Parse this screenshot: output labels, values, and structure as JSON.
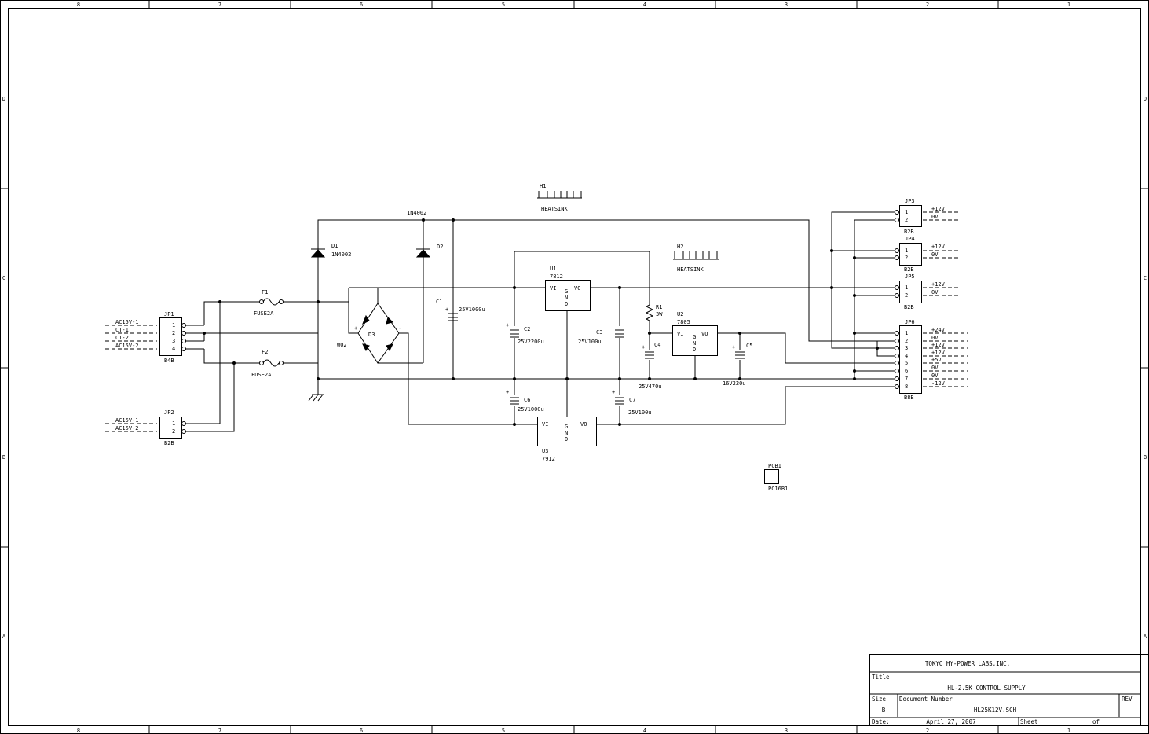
{
  "zones": {
    "columns": [
      "8",
      "7",
      "6",
      "5",
      "4",
      "3",
      "2",
      "1"
    ],
    "rows": [
      "D",
      "C",
      "B",
      "A"
    ]
  },
  "title_block": {
    "company": "TOKYO HY-POWER LABS,INC.",
    "title_label": "Title",
    "title": "HL-2.5K CONTROL SUPPLY",
    "size_label": "Size",
    "size": "B",
    "docnum_label": "Document Number",
    "docnum": "HL25K12V.SCH",
    "rev_label": "REV",
    "date_label": "Date:",
    "date": "April 27, 2007",
    "sheet_label": "Sheet",
    "of_label": "of"
  },
  "components": {
    "h1": {
      "ref": "H1",
      "value": "HEATSINK"
    },
    "h2": {
      "ref": "H2",
      "value": "HEATSINK"
    },
    "d1": {
      "ref": "D1",
      "value": "1N4002"
    },
    "d2": {
      "ref": "D2",
      "value": "1N4002"
    },
    "f1": {
      "ref": "F1",
      "value": "FUSE2A"
    },
    "f2": {
      "ref": "F2",
      "value": "FUSE2A"
    },
    "d3": {
      "ref": "D3",
      "value": "WO2"
    },
    "c1": {
      "ref": "C1",
      "value": "25V1000u"
    },
    "c2": {
      "ref": "C2",
      "value": "25V2200u"
    },
    "c3": {
      "ref": "C3",
      "value": "25V100u"
    },
    "c4": {
      "ref": "C4",
      "value": "25V470u"
    },
    "c5": {
      "ref": "C5",
      "value": "16V220u"
    },
    "c6": {
      "ref": "C6",
      "value": "25V1000u"
    },
    "c7": {
      "ref": "C7",
      "value": "25V100u"
    },
    "r1": {
      "ref": "R1",
      "value": "3W"
    },
    "u1": {
      "ref": "U1",
      "value": "7812",
      "vi": "VI",
      "vo": "VO",
      "gnd": [
        "G",
        "N",
        "D"
      ]
    },
    "u2": {
      "ref": "U2",
      "value": "7805",
      "vi": "VI",
      "vo": "VO",
      "gnd": [
        "G",
        "N",
        "D"
      ]
    },
    "u3": {
      "ref": "U3",
      "value": "7912",
      "vi": "VI",
      "vo": "VO",
      "gnd": [
        "G",
        "N",
        "D"
      ]
    },
    "pcb1": {
      "ref": "PCB1",
      "value": "PC16B1"
    },
    "jp1": {
      "ref": "JP1",
      "value": "B4B",
      "pins": [
        "1",
        "2",
        "3",
        "4"
      ],
      "nets": [
        "AC15V-1",
        "CT-1",
        "CT-2",
        "AC15V-2"
      ]
    },
    "jp2": {
      "ref": "JP2",
      "value": "B2B",
      "pins": [
        "1",
        "2"
      ],
      "nets": [
        "AC15V-1",
        "AC15V-2"
      ]
    },
    "jp3": {
      "ref": "JP3",
      "value": "B2B",
      "pins": [
        "1",
        "2"
      ],
      "nets": [
        "+12V",
        "0V"
      ]
    },
    "jp4": {
      "ref": "JP4",
      "value": "B2B",
      "pins": [
        "1",
        "2"
      ],
      "nets": [
        "+12V",
        "0V"
      ]
    },
    "jp5": {
      "ref": "JP5",
      "value": "B2B",
      "pins": [
        "1",
        "2"
      ],
      "nets": [
        "+12V",
        "0V"
      ]
    },
    "jp6": {
      "ref": "JP6",
      "value": "B8B",
      "pins": [
        "1",
        "2",
        "3",
        "4",
        "5",
        "6",
        "7",
        "8"
      ],
      "nets": [
        "+24V",
        "0V",
        "+12V",
        "+12V",
        "+5V",
        "0V",
        "0V",
        "-12V"
      ]
    }
  },
  "d3_signs": {
    "plus": "+",
    "minus": "-"
  },
  "cap_plus": "+"
}
